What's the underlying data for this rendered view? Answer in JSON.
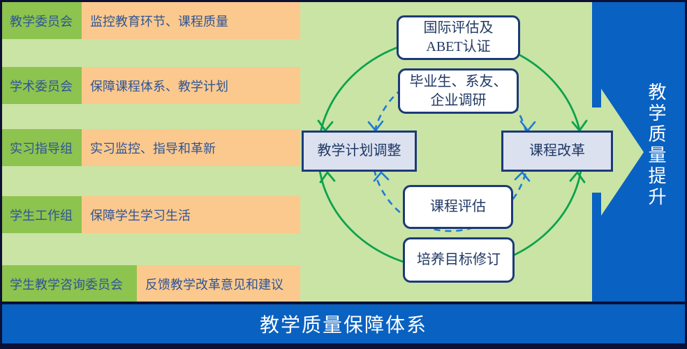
{
  "colors": {
    "background_green": "#c9e4a4",
    "row_green": "#8dc34f",
    "row_orange": "#fbc98d",
    "panel_blue": "#0961c1",
    "frame_navy": "#0b1034",
    "box_border_navy": "#1c3a78",
    "row_text_navy": "#2f5496",
    "box_text_navy": "#203864",
    "cycle_green": "#0ca24d",
    "cycle_dash_blue": "#1e7ad4",
    "box_lavender": "#dce1f0",
    "box_white": "#ffffff"
  },
  "left_rows": [
    {
      "label": "教学委员会",
      "desc": "监控教育环节、课程质量"
    },
    {
      "label": "学术委员会",
      "desc": "保障课程体系、教学计划"
    },
    {
      "label": "实习指导组",
      "desc": "实习监控、指导和革新"
    },
    {
      "label": "学生工作组",
      "desc": "保障学生学习生活"
    },
    {
      "label": "学生教学咨询委员会",
      "desc": "反馈教学改革意见和建议"
    }
  ],
  "cycle": {
    "top_boxes": [
      {
        "lines": [
          "国际评估及",
          "ABET认证"
        ]
      },
      {
        "lines": [
          "毕业生、系友、",
          "企业调研"
        ]
      }
    ],
    "left_box": "教学计划调整",
    "right_box": "课程改革",
    "bottom_boxes": [
      {
        "label": "课程评估"
      },
      {
        "label": "培养目标修订"
      }
    ]
  },
  "right_panel": {
    "title": "教学质量提升"
  },
  "footer": {
    "title": "教学质量保障体系"
  }
}
